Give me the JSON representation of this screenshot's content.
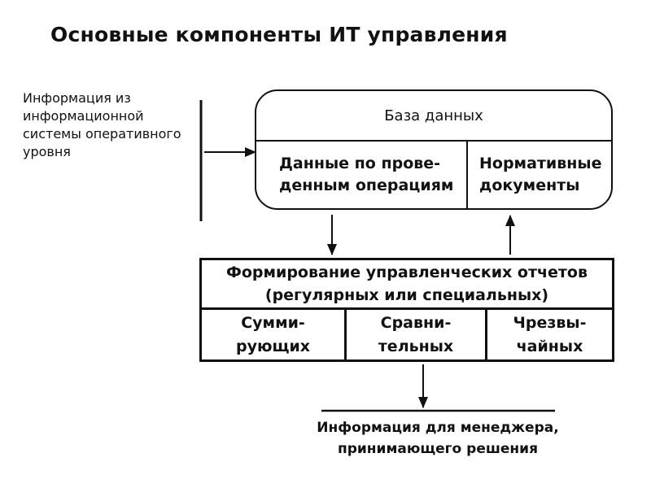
{
  "title": "Основные компоненты ИТ управления",
  "source_note": {
    "lines": [
      "Информация из",
      "информационной",
      "системы оперативного",
      "уровня"
    ]
  },
  "database_box": {
    "header": "База данных",
    "cells": [
      {
        "lines": [
          "Данные по прове-",
          "денным операциям"
        ]
      },
      {
        "lines": [
          "Нормативные",
          "документы"
        ]
      }
    ]
  },
  "reports_box": {
    "header_lines": [
      "Формирование управленческих отчетов",
      "(регулярных или специальных)"
    ],
    "cells": [
      {
        "lines": [
          "Сумми-",
          "рующих"
        ]
      },
      {
        "lines": [
          "Сравни-",
          "тельных"
        ]
      },
      {
        "lines": [
          "Чрезвы-",
          "чайных"
        ]
      }
    ]
  },
  "output_note": {
    "lines": [
      "Информация для менеджера,",
      "принимающего решения"
    ]
  },
  "colors": {
    "ink": "#111111",
    "background": "#ffffff"
  }
}
